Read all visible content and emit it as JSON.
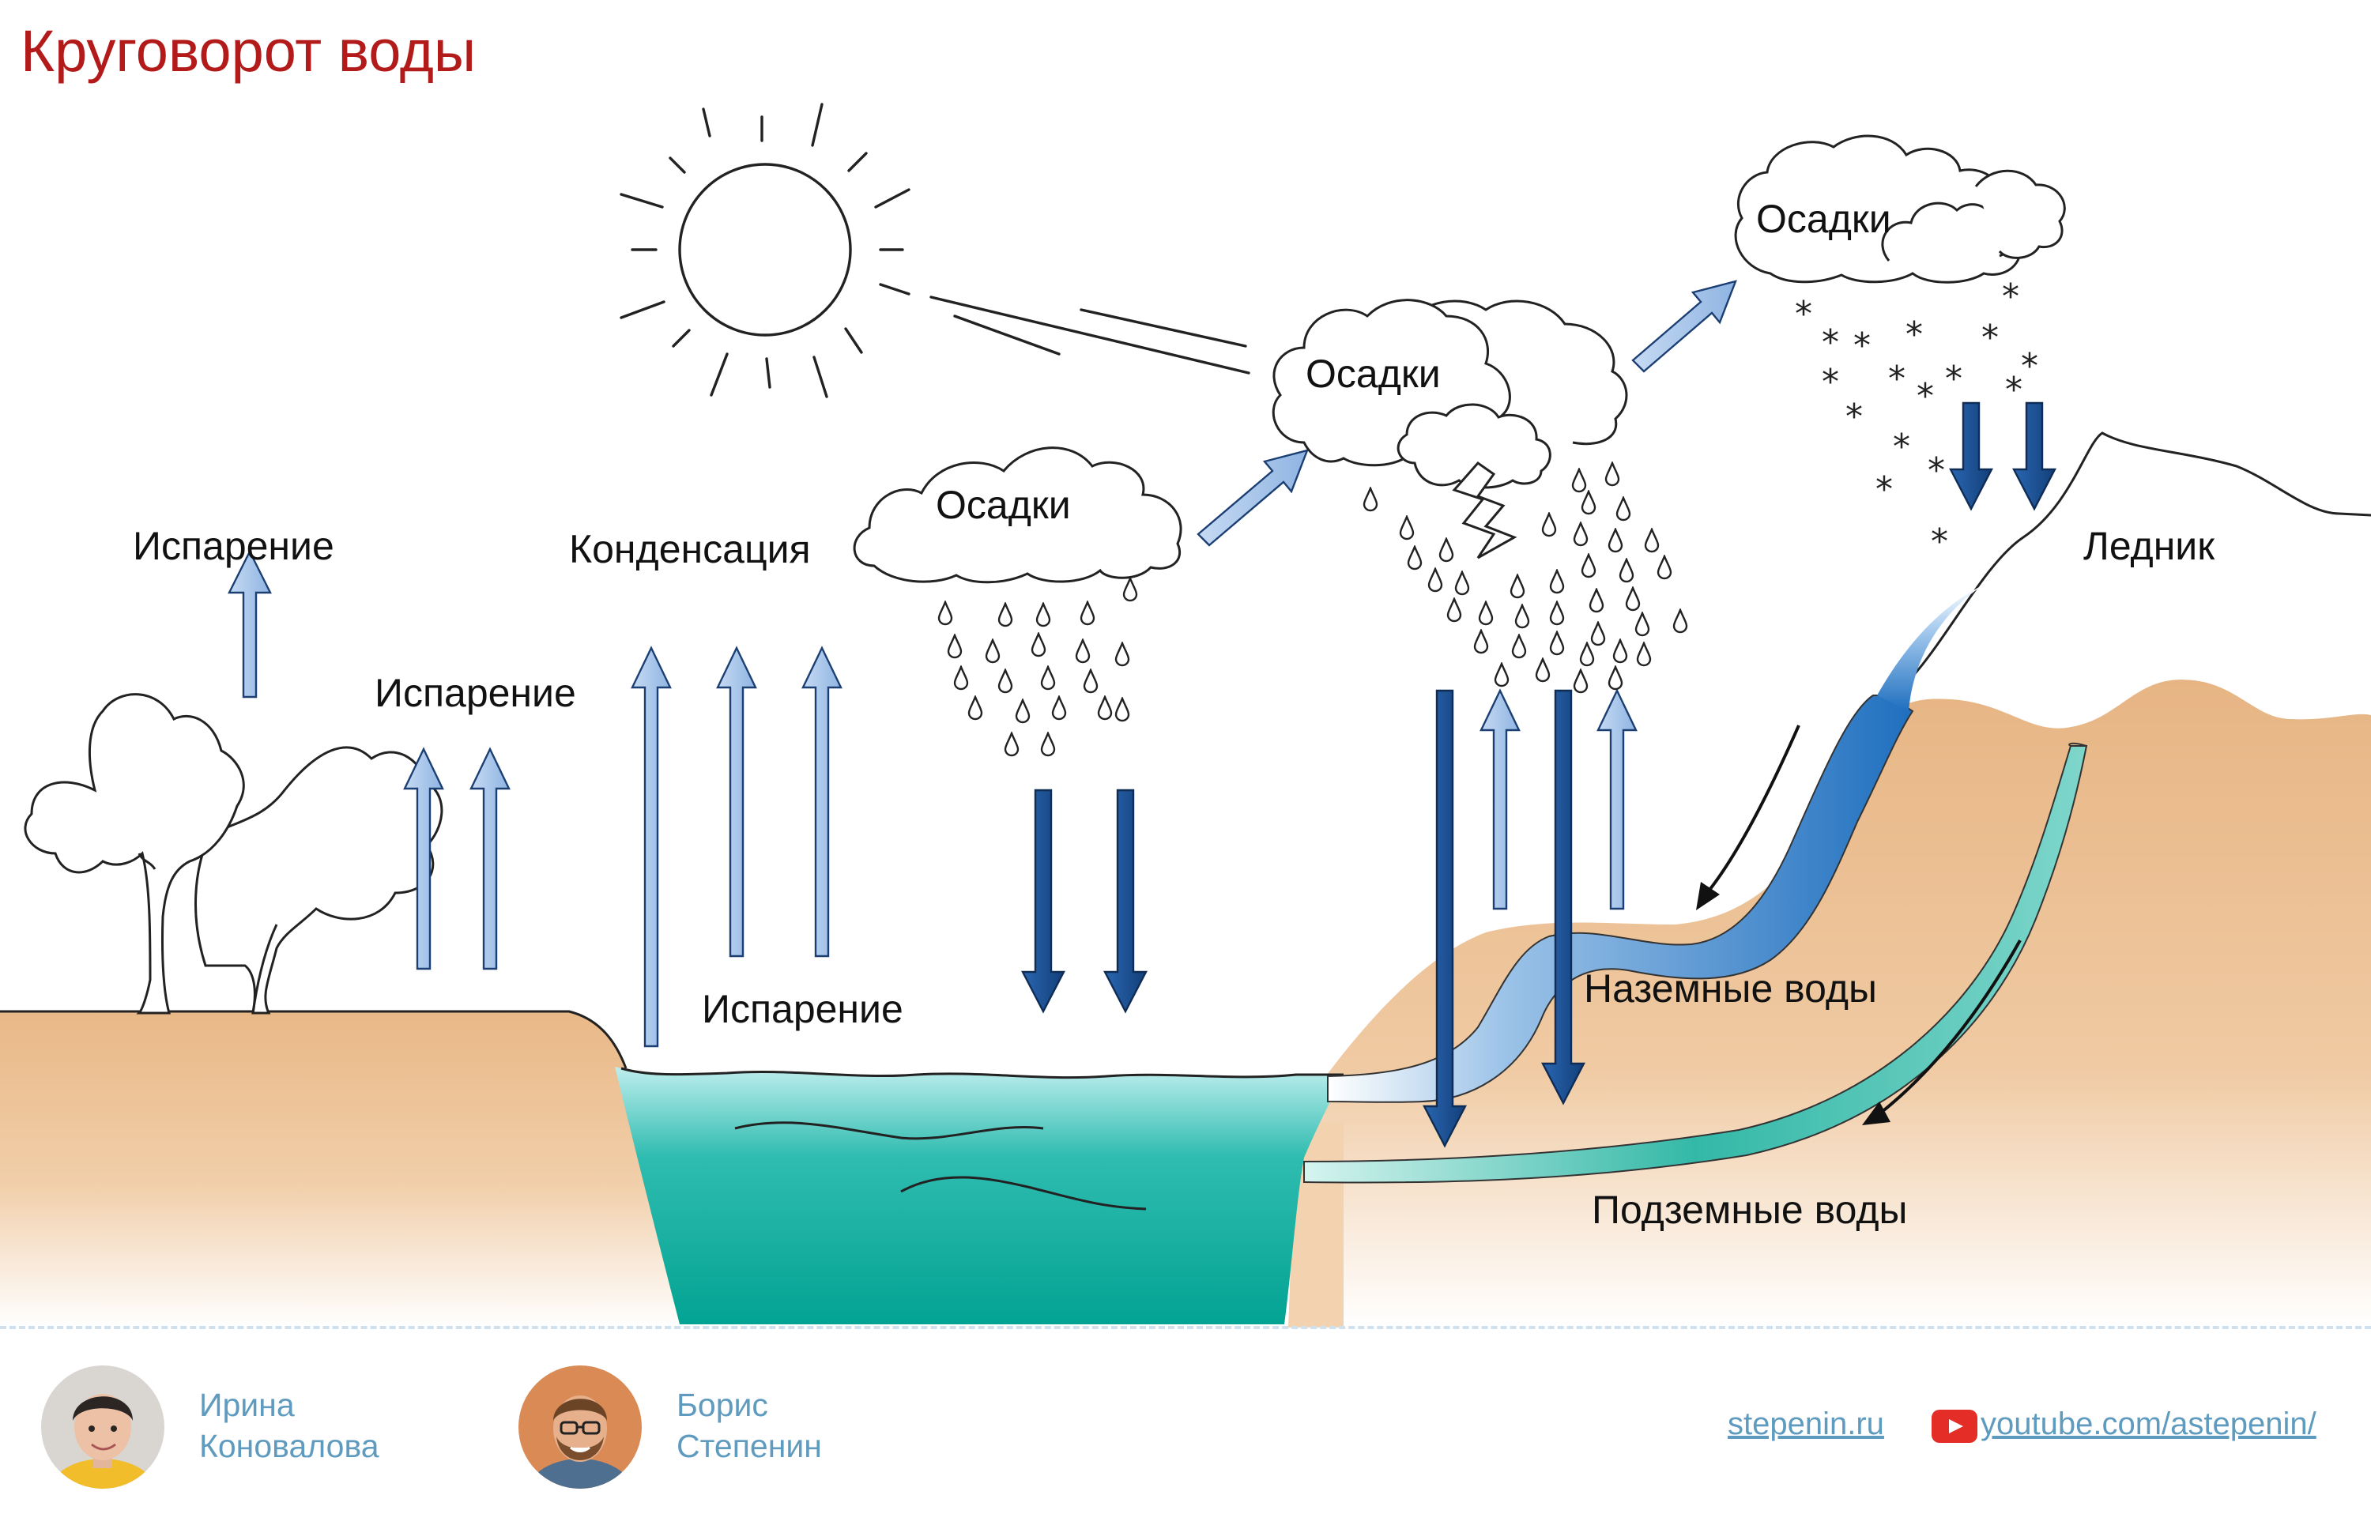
{
  "title": "Круговорот воды",
  "labels": {
    "evaporation_trees": "Испарение",
    "evaporation_ground": "Испарение",
    "condensation": "Конденсация",
    "evaporation_lake": "Испарение",
    "precipitation_1": "Осадки",
    "precipitation_2": "Осадки",
    "precipitation_3": "Осадки",
    "glacier": "Ледник",
    "surface_water": "Наземные воды",
    "groundwater": "Подземные воды"
  },
  "authors": [
    {
      "first": "Ирина",
      "last": "Коновалова"
    },
    {
      "first": "Борис",
      "last": "Степенин"
    }
  ],
  "links": {
    "site": "stepenin.ru",
    "youtube": "youtube.com/astepenin/"
  },
  "icons": [
    "sun-icon",
    "cloud-icon",
    "raindrop-icon",
    "snowflake-icon",
    "lightning-icon",
    "tree-icon",
    "youtube-icon"
  ],
  "colors": {
    "title": "#b31b1b",
    "ground": "#e9b887",
    "lake": "#0aa99b",
    "arrow_light": "#a9c6ea",
    "arrow_dark": "#1b4f93",
    "link": "#5f9bbf"
  }
}
